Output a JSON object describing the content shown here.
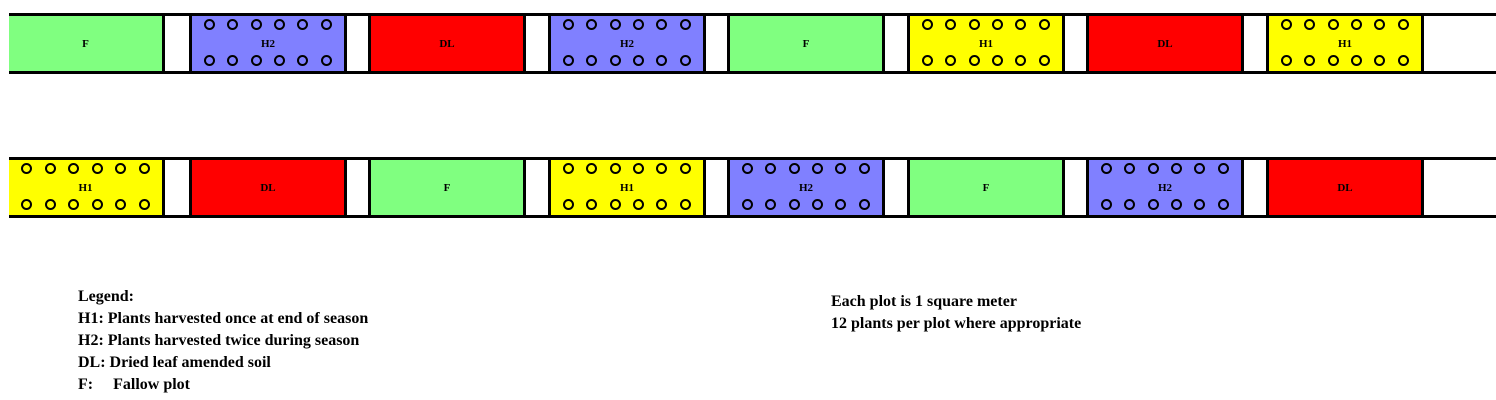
{
  "plot_types": {
    "H1": {
      "label": "H1",
      "color": "#ffff00",
      "plants": true
    },
    "H2": {
      "label": "H2",
      "color": "#8080ff",
      "plants": true
    },
    "DL": {
      "label": "DL",
      "color": "#ff0000",
      "plants": false
    },
    "F": {
      "label": "F",
      "color": "#80ff80",
      "plants": false
    }
  },
  "rows": [
    [
      "F",
      "H2",
      "DL",
      "H2",
      "F",
      "H1",
      "DL",
      "H1"
    ],
    [
      "H1",
      "DL",
      "F",
      "H1",
      "H2",
      "F",
      "H2",
      "DL"
    ]
  ],
  "legend": {
    "title": "Legend:",
    "items": [
      "H1: Plants harvested once at end of season",
      "H2: Plants harvested twice during season",
      "DL: Dried leaf amended soil",
      "F:     Fallow plot"
    ]
  },
  "notes": [
    "Each plot is 1 square meter",
    "12 plants per plot where appropriate"
  ]
}
